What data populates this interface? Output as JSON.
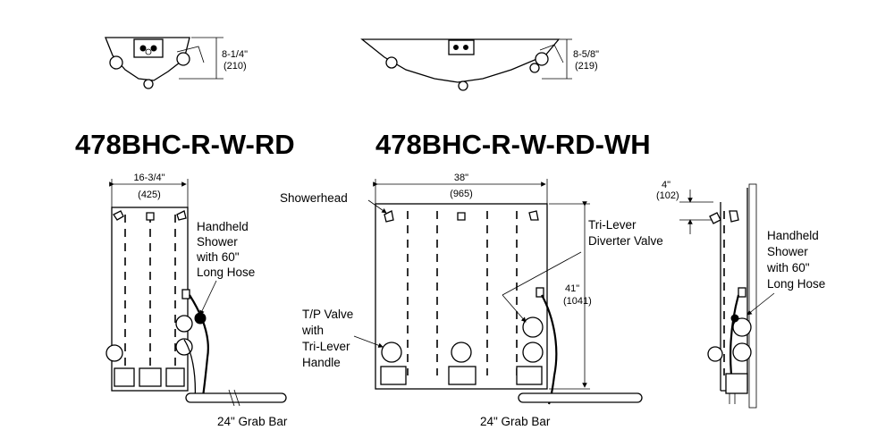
{
  "titles": {
    "single": "478BHC-R-W-RD",
    "wide": "478BHC-R-W-RD-WH"
  },
  "top_views": {
    "single_depth": "8-1/4\"",
    "single_depth_mm": "(210)",
    "wide_depth": "8-5/8\"",
    "wide_depth_mm": "(219)"
  },
  "single_unit": {
    "width": "16-3/4\"",
    "width_mm": "(425)",
    "callout_handheld": [
      "Handheld",
      "Shower",
      "with 60\"",
      "Long Hose"
    ],
    "grab_bar": "24\" Grab Bar"
  },
  "wide_unit": {
    "width": "38\"",
    "width_mm": "(965)",
    "height": "41\"",
    "height_mm": "(1041)",
    "callout_showerhead": "Showerhead",
    "callout_diverter": [
      "Tri-Lever",
      "Diverter Valve"
    ],
    "callout_tp_valve": [
      "T/P Valve",
      "with",
      "Tri-Lever",
      "Handle"
    ],
    "grab_bar": "24\" Grab Bar"
  },
  "side_view": {
    "offset": "4\"",
    "offset_mm": "(102)",
    "callout_handheld": [
      "Handheld",
      "Shower",
      "with 60\"",
      "Long Hose"
    ]
  }
}
